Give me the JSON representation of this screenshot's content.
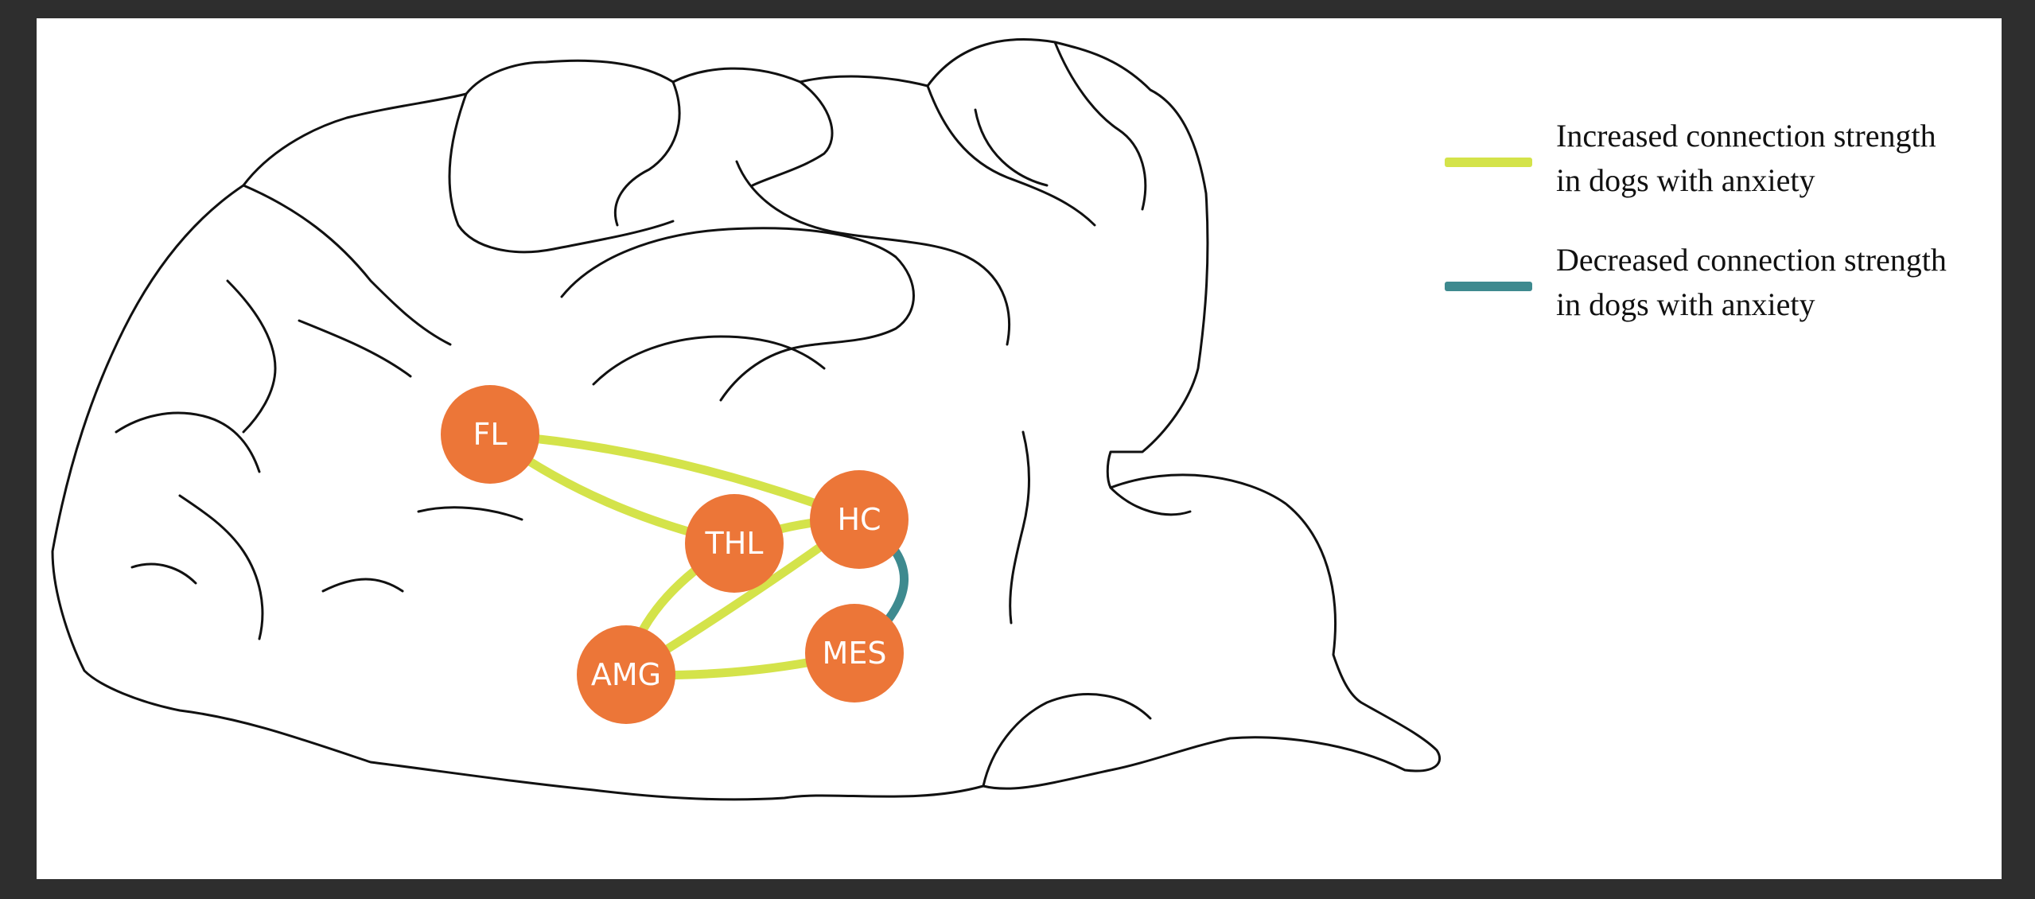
{
  "nodes": [
    {
      "id": "FL",
      "label": "FL",
      "color": "#ec7638"
    },
    {
      "id": "THL",
      "label": "THL",
      "color": "#ec7638"
    },
    {
      "id": "HC",
      "label": "HC",
      "color": "#ec7638"
    },
    {
      "id": "AMG",
      "label": "AMG",
      "color": "#ec7638"
    },
    {
      "id": "MES",
      "label": "MES",
      "color": "#ec7638"
    }
  ],
  "connections": [
    {
      "from": "FL",
      "to": "HC",
      "type": "increased"
    },
    {
      "from": "FL",
      "to": "THL",
      "type": "increased"
    },
    {
      "from": "THL",
      "to": "HC",
      "type": "increased"
    },
    {
      "from": "THL",
      "to": "AMG",
      "type": "increased"
    },
    {
      "from": "HC",
      "to": "AMG",
      "type": "increased"
    },
    {
      "from": "AMG",
      "to": "MES",
      "type": "increased"
    },
    {
      "from": "HC",
      "to": "MES",
      "type": "decreased"
    }
  ],
  "legend": {
    "increased": {
      "label": "Increased connection strength\nin dogs with anxiety",
      "color": "#d4e34a"
    },
    "decreased": {
      "label": "Decreased connection strength\nin dogs with anxiety",
      "color": "#3e8a8f"
    }
  }
}
